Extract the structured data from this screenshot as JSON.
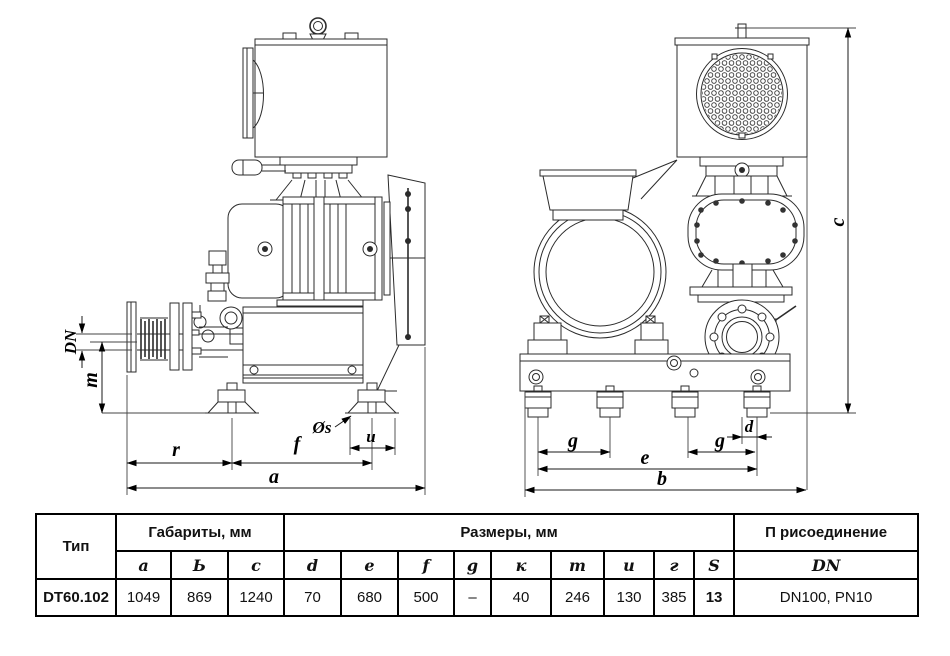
{
  "drawing": {
    "labels": {
      "dn": "DN",
      "m": "m",
      "r": "r",
      "f": "f",
      "a": "a",
      "os": "Øs",
      "u": "u",
      "gl": "g",
      "gr": "g",
      "d": "d",
      "e": "e",
      "b": "b",
      "c": "c"
    }
  },
  "table": {
    "type_header": "Тип",
    "gabarity_header": "Габариты, мм",
    "razmery_header": "Размеры, мм",
    "connection_header": "П рисоединение",
    "columns": [
      "a",
      "Ь",
      "c",
      "d",
      "e",
      "f",
      "g",
      "к",
      "т",
      "и",
      "г",
      "S",
      "DN"
    ],
    "row": {
      "type": "DT60.102",
      "values": [
        "1049",
        "869",
        "1240",
        "70",
        "680",
        "500",
        "–",
        "40",
        "246",
        "130",
        "385",
        "13",
        "DN100, PN10"
      ]
    }
  }
}
